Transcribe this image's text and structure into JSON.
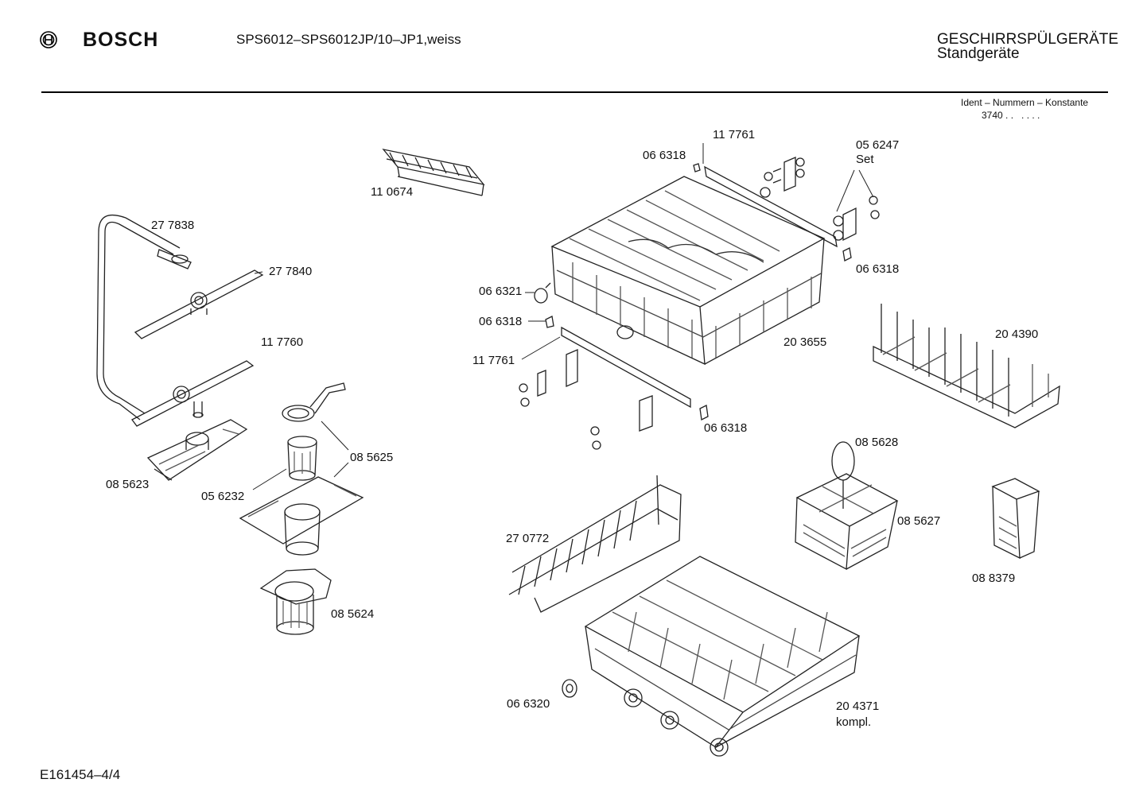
{
  "header": {
    "brand": "BOSCH",
    "model": "SPS6012–SPS6012JP/10–JP1,weiss",
    "category": "GESCHIRRSPÜLGERÄTE",
    "subcategory": "Standgeräte"
  },
  "ident": {
    "title": "Ident – Nummern – Konstante",
    "value": "3740 . .   . . . ."
  },
  "parts": [
    {
      "id": "p-110674",
      "text": "11 0674"
    },
    {
      "id": "p-117761-top",
      "text": "11 7761"
    },
    {
      "id": "p-066318-top",
      "text": "06 6318"
    },
    {
      "id": "p-056247",
      "text": "05 6247"
    },
    {
      "id": "p-set",
      "text": "Set"
    },
    {
      "id": "p-066318-right",
      "text": "06 6318"
    },
    {
      "id": "p-277838",
      "text": "27 7838"
    },
    {
      "id": "p-277840",
      "text": "27 7840"
    },
    {
      "id": "p-066321",
      "text": "06 6321"
    },
    {
      "id": "p-066318-mid",
      "text": "06 6318"
    },
    {
      "id": "p-117761-mid",
      "text": "11 7761"
    },
    {
      "id": "p-117760",
      "text": "11 7760"
    },
    {
      "id": "p-203655",
      "text": "20 3655"
    },
    {
      "id": "p-204390",
      "text": "20 4390"
    },
    {
      "id": "p-066318-low",
      "text": "06 6318"
    },
    {
      "id": "p-085628",
      "text": "08 5628"
    },
    {
      "id": "p-085625",
      "text": "08 5625"
    },
    {
      "id": "p-085623",
      "text": "08 5623"
    },
    {
      "id": "p-056232",
      "text": "05 6232"
    },
    {
      "id": "p-085627",
      "text": "08 5627"
    },
    {
      "id": "p-270772",
      "text": "27 0772"
    },
    {
      "id": "p-088379",
      "text": "08 8379"
    },
    {
      "id": "p-085624",
      "text": "08 5624"
    },
    {
      "id": "p-066320",
      "text": "06 6320"
    },
    {
      "id": "p-204371",
      "text": "20 4371"
    },
    {
      "id": "p-kompl",
      "text": "kompl."
    }
  ],
  "footer": {
    "drawing_number": "E161454–4/4"
  }
}
